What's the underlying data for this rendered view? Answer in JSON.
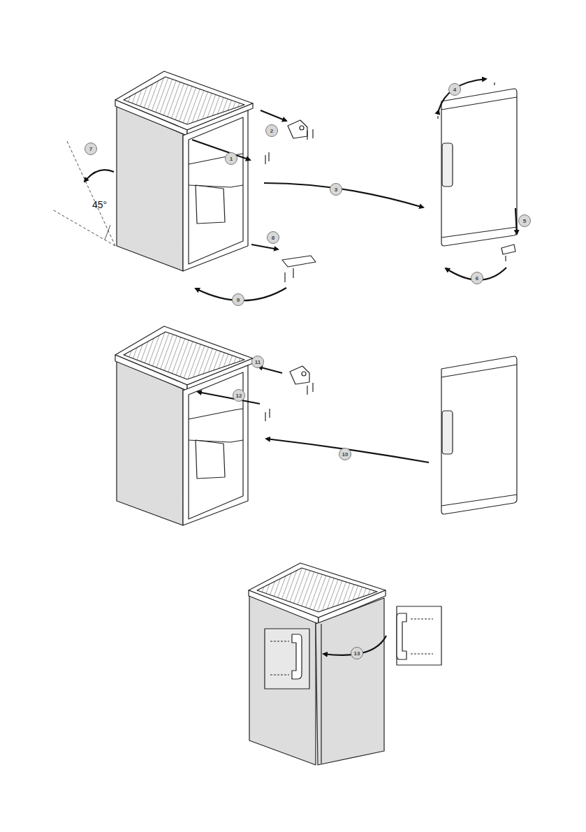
{
  "diagram": {
    "labels": [
      "4",
      "2",
      "7",
      "1",
      "3",
      "45°",
      "5",
      "8",
      "6",
      "9",
      "11",
      "12",
      "10",
      "13"
    ]
  }
}
